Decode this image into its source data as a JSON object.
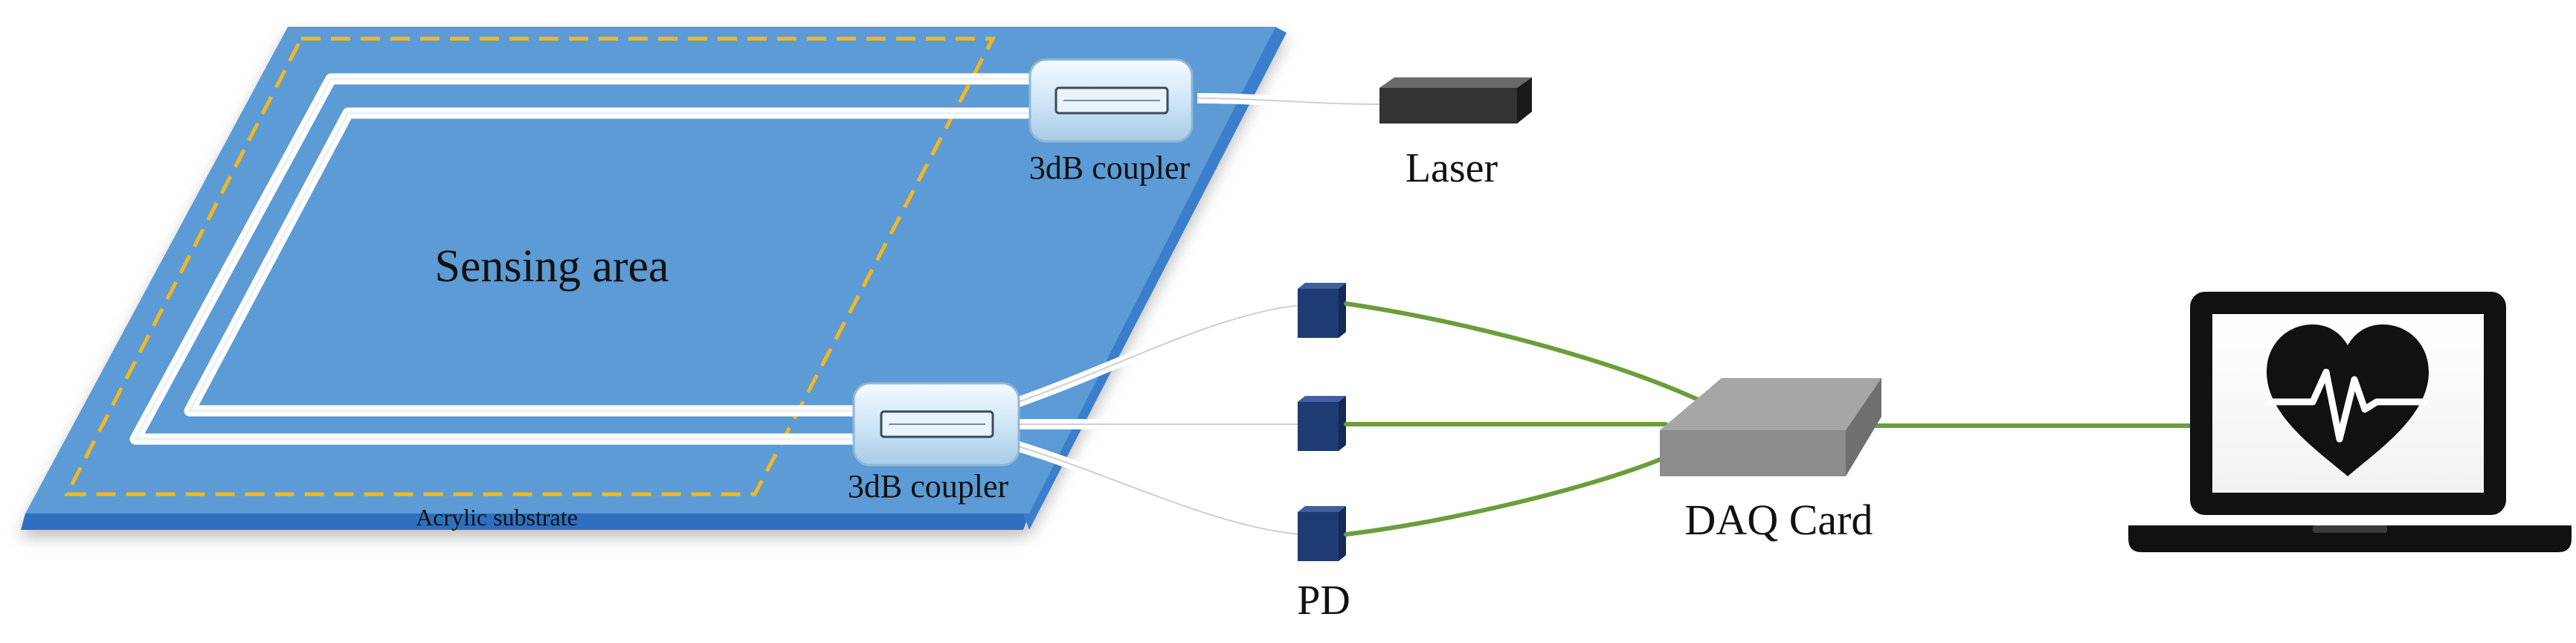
{
  "labels": {
    "sensing_area": "Sensing area",
    "coupler_top": "3dB coupler",
    "coupler_bottom": "3dB coupler",
    "laser": "Laser",
    "substrate": "Acrylic substrate",
    "pd": "PD",
    "daq": "DAQ Card"
  },
  "icons": {
    "laptop": "laptop-icon",
    "heart": "heart-pulse-icon"
  },
  "colors": {
    "substrate_top": "#5b9bd5",
    "substrate_edge": "#2e6fbf",
    "dashed_border": "#f2b81f",
    "fiber": "#ffffff",
    "coupler": "#cfe6f7",
    "laser_body": "#333333",
    "photodetector": "#1f3b73",
    "signal_wire": "#6a9e3a",
    "daq_body": "#8c8c8c",
    "laptop": "#111111"
  }
}
